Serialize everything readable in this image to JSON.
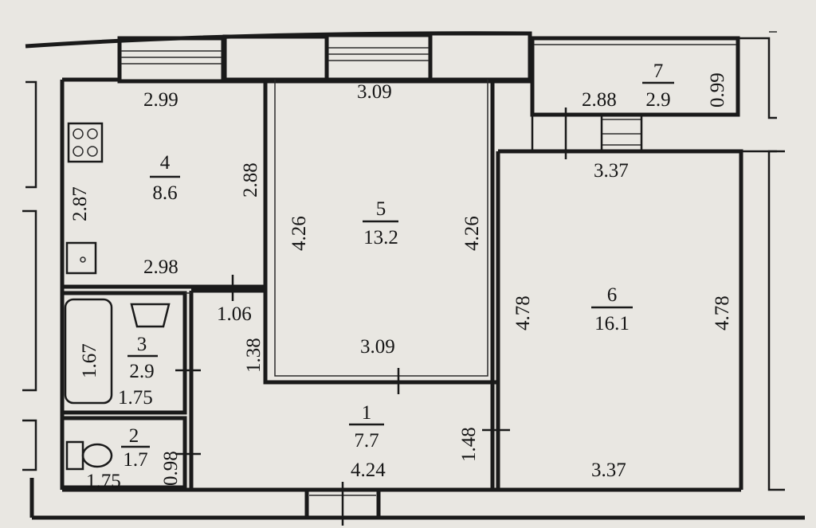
{
  "rooms": {
    "r1": {
      "number": "1",
      "area": "7.7",
      "width": "4.24",
      "depth": "1.48"
    },
    "r2": {
      "number": "2",
      "area": "1.7",
      "width": "1.75",
      "depth": "0.98"
    },
    "r3": {
      "number": "3",
      "area": "2.9",
      "width": "1.75",
      "depth": "1.67"
    },
    "r4": {
      "number": "4",
      "area": "8.6",
      "top": "2.99",
      "bottom": "2.98",
      "left": "2.87",
      "right": "2.88"
    },
    "r5": {
      "number": "5",
      "area": "13.2",
      "top": "3.09",
      "bottom": "3.09",
      "left": "4.26",
      "right": "4.26"
    },
    "r6": {
      "number": "6",
      "area": "16.1",
      "top": "3.37",
      "bottom": "3.37",
      "left": "4.78",
      "right": "4.78"
    },
    "r7": {
      "number": "7",
      "area": "2.9",
      "width": "2.88",
      "depth": "0.99"
    }
  },
  "corridor": {
    "nook_width": "1.06",
    "nook_depth": "1.38"
  }
}
